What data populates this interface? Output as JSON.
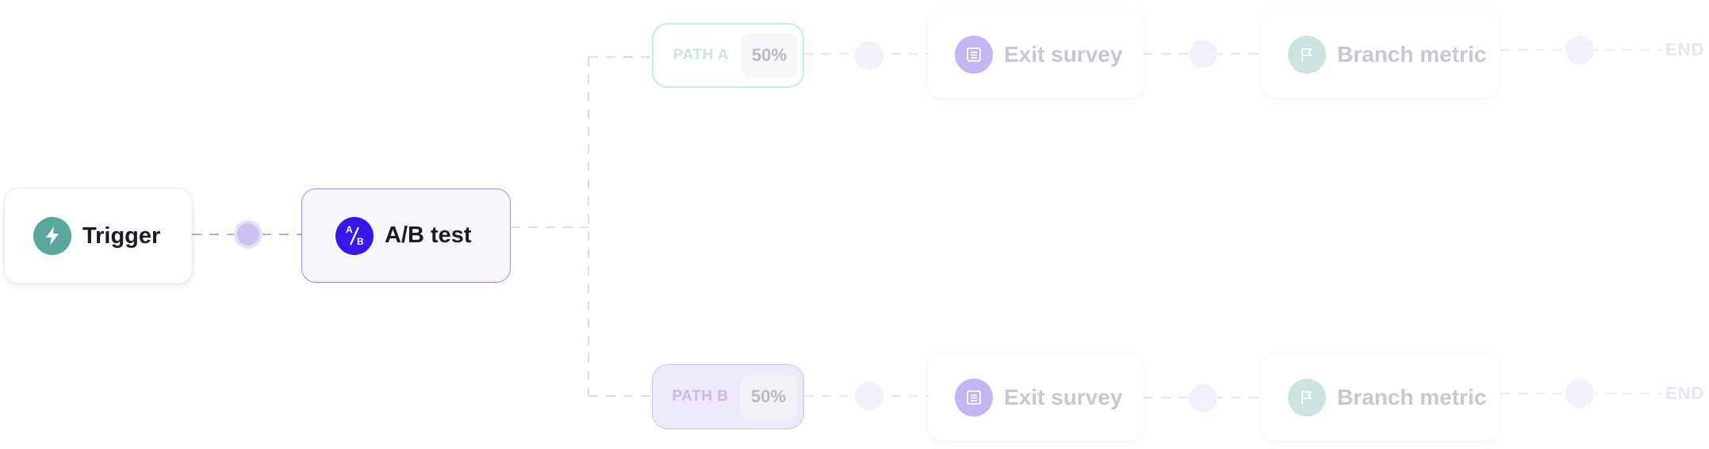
{
  "nodes": {
    "trigger": {
      "label": "Trigger",
      "icon": "lightning-icon",
      "icon_color": "#5aa69a"
    },
    "abtest": {
      "label": "A/B test",
      "icon": "ab-split-icon",
      "icon_color": "#3a16ec",
      "icon_text_top": "A",
      "icon_text_bottom": "B"
    }
  },
  "paths": [
    {
      "name": "PATH A",
      "percent": "50%",
      "accent": "#bfeee0",
      "steps": [
        {
          "label": "Exit survey",
          "icon": "survey-list-icon"
        },
        {
          "label": "Branch metric",
          "icon": "flag-icon"
        }
      ],
      "end_label": "END"
    },
    {
      "name": "PATH B",
      "percent": "50%",
      "accent": "#cbbdf4",
      "steps": [
        {
          "label": "Exit survey",
          "icon": "survey-list-icon"
        },
        {
          "label": "Branch metric",
          "icon": "flag-icon"
        }
      ],
      "end_label": "END"
    }
  ],
  "colors": {
    "connector_active": "#b3a7ee",
    "connector_faint": "#dcdce3",
    "survey_icon": "#c5b5f4",
    "metric_icon": "#cde3df"
  }
}
